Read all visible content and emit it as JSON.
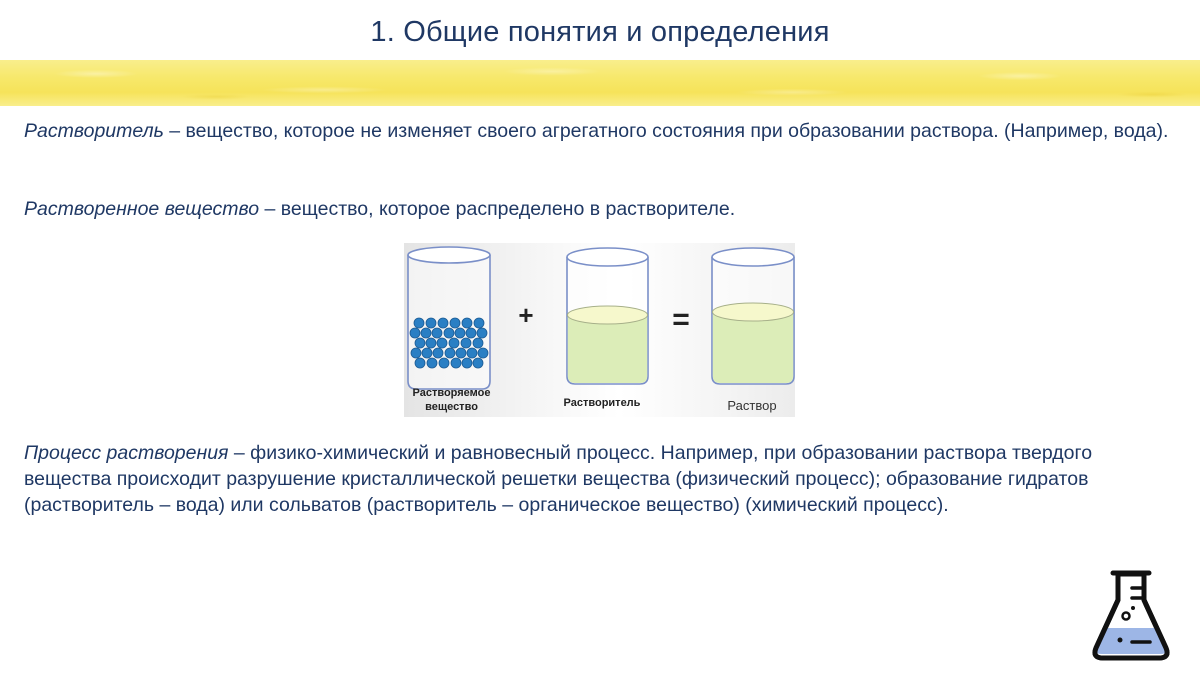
{
  "title": "1. Общие понятия и определения",
  "definitions": [
    {
      "term": "Растворитель",
      "text": " – вещество, которое не изменяет своего агрегатного состояния при образовании раствора. (Например, вода)."
    },
    {
      "term": "Растворенное вещество",
      "text": " – вещество, которое распределено в растворителе."
    },
    {
      "term": "Процесс растворения",
      "text": " – физико-химический и равновесный процесс. Например, при образовании раствора твердого вещества происходит разрушение кристаллической решетки вещества (физический процесс); образование гидратов (растворитель – вода) или сольватов (растворитель – органическое вещество) (химический процесс)."
    }
  ],
  "figure": {
    "operator_plus": "+",
    "operator_equals": "=",
    "label_solute_line1": "Растворяемое",
    "label_solute_line2": "вещество",
    "label_solvent": "Растворитель",
    "label_solution": "Раствор"
  },
  "colors": {
    "text": "#1f3864",
    "stripe": "#f7e86a",
    "liquid": "#dcedb8",
    "particles": "#2a7fc4",
    "beaker_outline": "#7a8fc8"
  },
  "icons": {
    "corner": "flask-icon"
  }
}
